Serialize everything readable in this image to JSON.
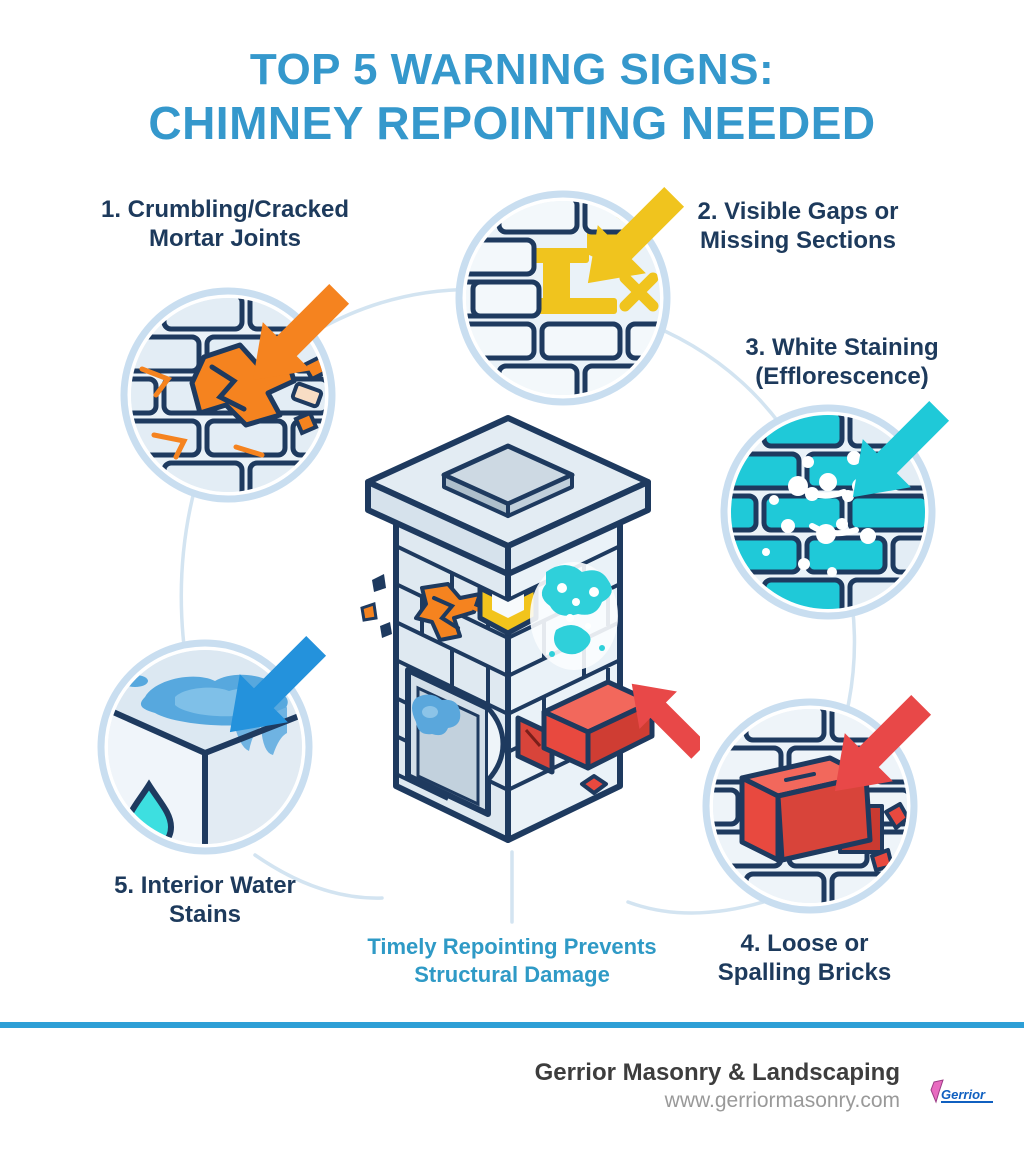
{
  "title": {
    "line1": "TOP 5 WARNING SIGNS:",
    "line2": "CHIMNEY REPOINTING NEEDED"
  },
  "signs": [
    {
      "label": "1. Crumbling/Cracked\nMortar Joints",
      "icon": "cracked-mortar-illustration",
      "arrow_color": "#F5831F"
    },
    {
      "label": "2. Visible Gaps or\nMissing Sections",
      "icon": "missing-mortar-illustration",
      "arrow_color": "#F0C41E"
    },
    {
      "label": "3. White Staining\n(Efflorescence)",
      "icon": "efflorescence-illustration",
      "arrow_color": "#1FC9D8"
    },
    {
      "label": "4. Loose or\nSpalling Bricks",
      "icon": "spalling-brick-illustration",
      "arrow_color": "#E84848"
    },
    {
      "label": "5. Interior Water\nStains",
      "icon": "water-stain-illustration",
      "arrow_color": "#2492DC"
    }
  ],
  "center": {
    "caption": "Timely Repointing Prevents\nStructural Damage",
    "icon": "chimney-illustration"
  },
  "footer": {
    "company": "Gerrior Masonry & Landscaping",
    "website": "www.gerriormasonry.com",
    "logo_text": "Gerrior"
  },
  "colors": {
    "title_blue": "#3598CC",
    "label_navy": "#1D3A5C",
    "outline_navy": "#1E3A5F",
    "ring_blue": "#C9DEF0",
    "connector_blue": "#D3E4F1",
    "caption_teal": "#2F9AC6",
    "divider_blue": "#2D9FD6",
    "orange": "#F5831F",
    "yellow": "#F0C41E",
    "cyan": "#1FC9D8",
    "blue": "#2492DC",
    "red": "#E84848",
    "footer_dark": "#3D3D3D",
    "footer_gray": "#999999",
    "logo_blue": "#1060C0",
    "logo_pink": "#E86BC0"
  }
}
